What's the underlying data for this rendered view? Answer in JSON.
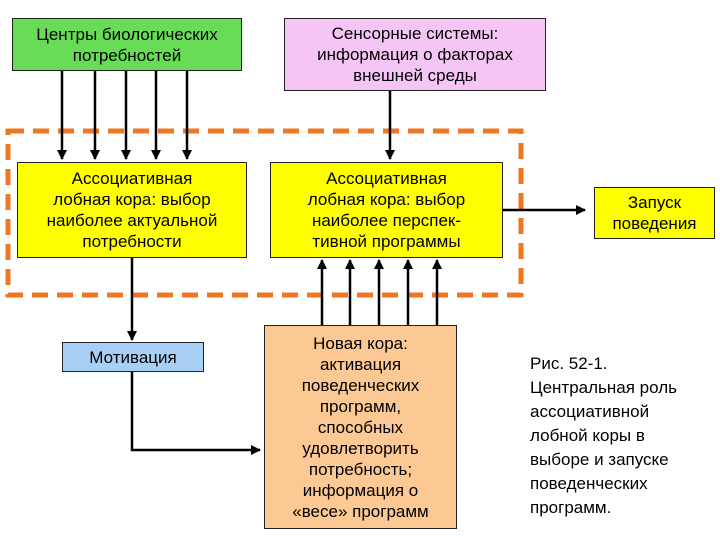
{
  "boxes": {
    "bio_needs": "Центры биологических\nпотребностей",
    "sensory": "Сенсорные системы:\nинформация о факторах\nвнешней среды",
    "assoc_need": "Ассоциативная\nлобная кора: выбор\nнаиболее актуальной\nпотребности",
    "assoc_program": "Ассоциативная\nлобная кора: выбор\nнаиболее перспек-\nтивной программы",
    "launch": "Запуск\nповедения",
    "motivation": "Мотивация",
    "neocortex": "Новая кора:\nактивация\nповеденческих\nпрограмм,\nспособных\nудовлетворить\nпотребность;\nинформация о\n«весе» программ"
  },
  "caption": "Рис. 52-1.\nЦентральная роль\nассоциативной\nлобной коры в\nвыборе и запуске\nповеденческих\nпрограмм.",
  "colors": {
    "bio_needs": "#66dd55",
    "sensory": "#f5c6f5",
    "assoc": "#ffff00",
    "launch": "#ffff00",
    "motivation": "#a8d0f5",
    "neocortex": "#fcc894",
    "dashed_frame": "#ee7722",
    "arrows": "#000000"
  }
}
